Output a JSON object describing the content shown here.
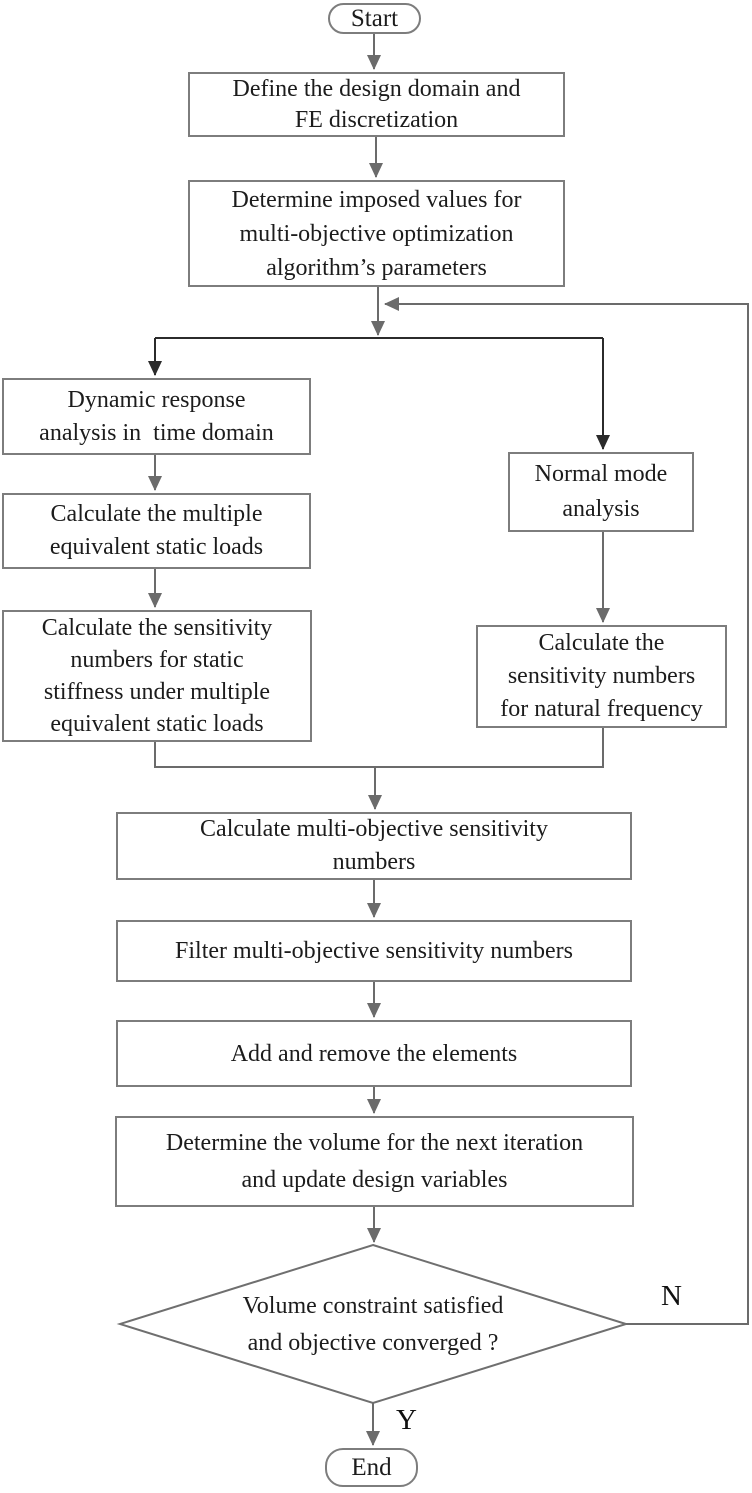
{
  "figure": {
    "type": "flowchart",
    "background": "#ffffff"
  },
  "colors": {
    "connector_gray": "#6b6b6b",
    "connector_dark": "#2b2b2b",
    "box_border": "#7d7d7d",
    "text": "#1c1c1c"
  },
  "nodes": {
    "start": {
      "shape": "terminator",
      "label": "Start"
    },
    "define_domain": {
      "shape": "process",
      "label": "Define the design domain and\nFE discretization"
    },
    "imposed_values": {
      "shape": "process",
      "label": "Determine imposed values for\nmulti-objective optimization\nalgorithm’s parameters"
    },
    "dynamic_response": {
      "shape": "process",
      "label": "Dynamic response\nanalysis in  time domain"
    },
    "equivalent_loads": {
      "shape": "process",
      "label": "Calculate the multiple\nequivalent static loads"
    },
    "sensitivity_static": {
      "shape": "process",
      "label": "Calculate the sensitivity\nnumbers for static\nstiffness under multiple\nequivalent static loads"
    },
    "normal_mode": {
      "shape": "process",
      "label": "Normal mode\nanalysis"
    },
    "sensitivity_frequency": {
      "shape": "process",
      "label": "Calculate the\nsensitivity numbers\nfor natural frequency"
    },
    "multi_objective": {
      "shape": "process",
      "label": "Calculate multi-objective sensitivity\nnumbers"
    },
    "filter_numbers": {
      "shape": "process",
      "label": "Filter multi-objective sensitivity numbers"
    },
    "add_remove": {
      "shape": "process",
      "label": "Add and remove the elements"
    },
    "volume_update": {
      "shape": "process",
      "label": "Determine the volume for the next iteration\nand update design variables"
    },
    "decision": {
      "shape": "decision",
      "label": "Volume constraint satisfied\nand objective converged ?"
    },
    "end": {
      "shape": "terminator",
      "label": "End"
    }
  },
  "edge_labels": {
    "yes": "Y",
    "no": "N"
  }
}
